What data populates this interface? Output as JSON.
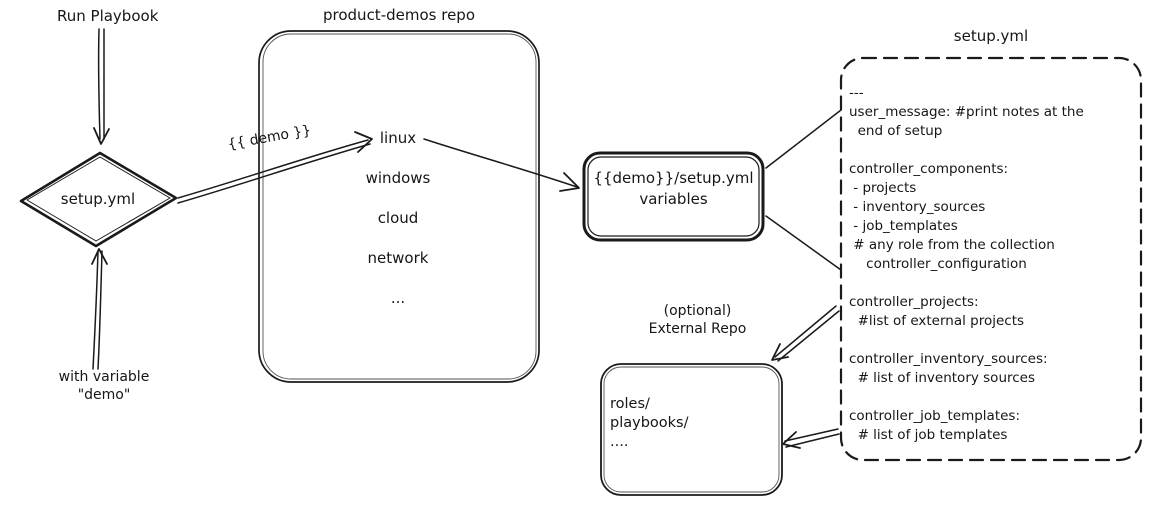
{
  "canvas": {
    "background": "#ffffff",
    "stroke_color": "#1a1a1a"
  },
  "flow": {
    "run_playbook_label": "Run Playbook",
    "start_node_label": "setup.yml",
    "with_variable_line1": "with variable",
    "with_variable_line2": "\"demo\"",
    "demo_var_label": "{{ demo }}"
  },
  "product_demos": {
    "title": "product-demos repo",
    "items": [
      "linux",
      "windows",
      "cloud",
      "network",
      "..."
    ]
  },
  "variables_node": {
    "line1": "{{demo}}/setup.yml",
    "line2": "variables"
  },
  "setup_file": {
    "title": "setup.yml",
    "lines": [
      "---",
      "user_message: #print notes at the",
      "  end of setup",
      "",
      "controller_components:",
      " - projects",
      " - inventory_sources",
      " - job_templates",
      " # any role from the collection",
      "    controller_configuration",
      "",
      "controller_projects:",
      "  #list of external projects",
      "",
      "controller_inventory_sources:",
      "  # list of inventory sources",
      "",
      "controller_job_templates:",
      "  # list of job templates"
    ]
  },
  "external_repo": {
    "caption_line1": "(optional)",
    "caption_line2": "External Repo",
    "lines": [
      "roles/",
      "playbooks/",
      "...."
    ]
  }
}
